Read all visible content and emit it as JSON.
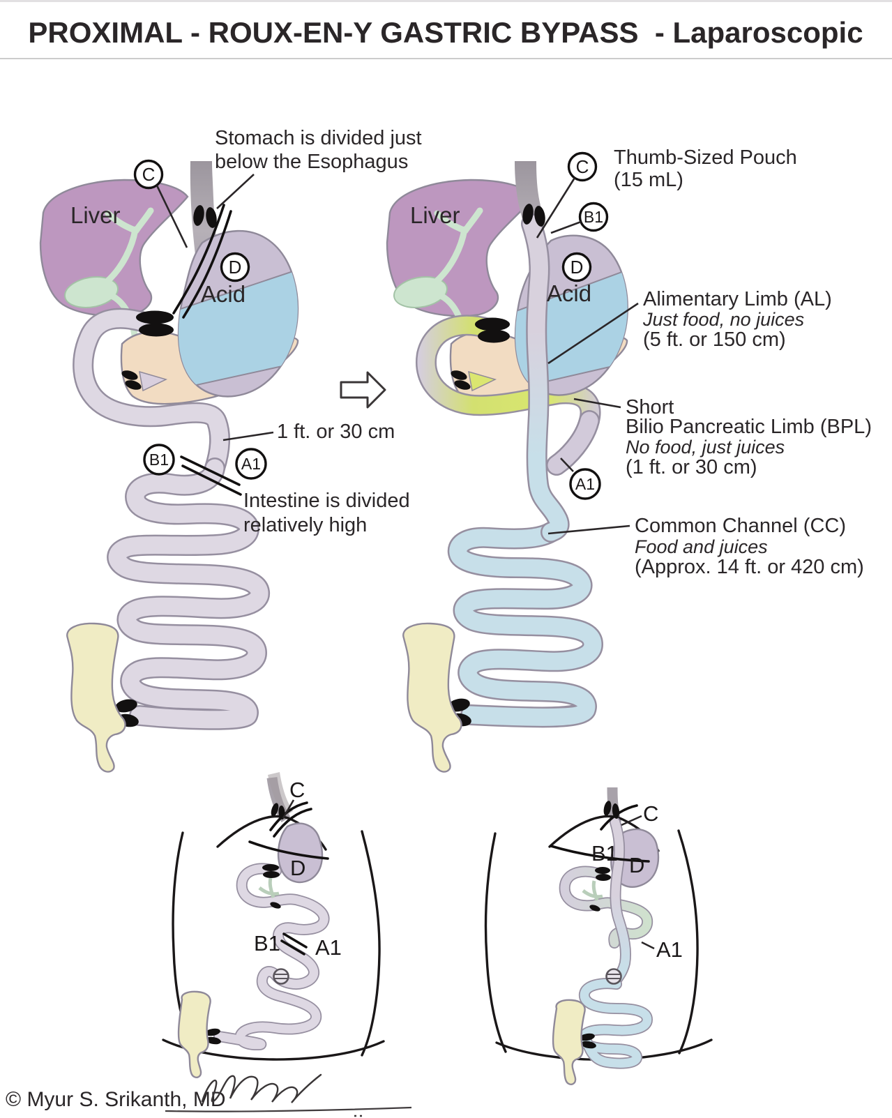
{
  "header": {
    "title": "PROXIMAL - ROUX-EN-Y GASTRIC BYPASS  - Laparoscopic"
  },
  "left": {
    "divide_note_1": "Stomach is divided just",
    "divide_note_2": "below the Esophagus",
    "c": "C",
    "d": "D",
    "b1": "B1",
    "a1": "A1",
    "liver": "Liver",
    "acid": "Acid",
    "length_note": "1 ft. or 30 cm",
    "intestine_note_1": "Intestine is divided",
    "intestine_note_2": "relatively high"
  },
  "right": {
    "c": "C",
    "b1": "B1",
    "d": "D",
    "a1": "A1",
    "liver": "Liver",
    "acid": "Acid",
    "pouch_line1": "Thumb-Sized Pouch",
    "pouch_line2": "(15 mL)",
    "al_line1": "Alimentary Limb (AL)",
    "al_line2": "Just food, no juices",
    "al_line3": "(5 ft. or 150 cm)",
    "bpl_line1": "Short",
    "bpl_line2": "Bilio Pancreatic Limb (BPL)",
    "bpl_line3": "No food, just juices",
    "bpl_line4": "(1 ft. or 30 cm)",
    "cc_line1": "Common Channel (CC)",
    "cc_line2": "Food and juices",
    "cc_line3": "(Approx. 14 ft. or 420 cm)"
  },
  "torso_left": {
    "c": "C",
    "d": "D",
    "b1": "B1",
    "a1": "A1"
  },
  "torso_right": {
    "c": "C",
    "b1": "B1",
    "d": "D",
    "a1": "A1"
  },
  "footer": {
    "copyright": "© Myur S. Srikanth, MD"
  },
  "colors": {
    "liver": "#bd97bf",
    "bile_tree": "#cde5cf",
    "esophagus": "#a8a2aa",
    "stomach": "#c9bfd3",
    "acid": "#abd2e4",
    "pancreas": "#f2dcc2",
    "intestine": "#ded8e3",
    "intestine_blue": "#c7dfe9",
    "bpl_green": "#d9e76f",
    "colon": "#f0ecc4",
    "outline": "#8f8999",
    "ink": "#2a2628"
  }
}
